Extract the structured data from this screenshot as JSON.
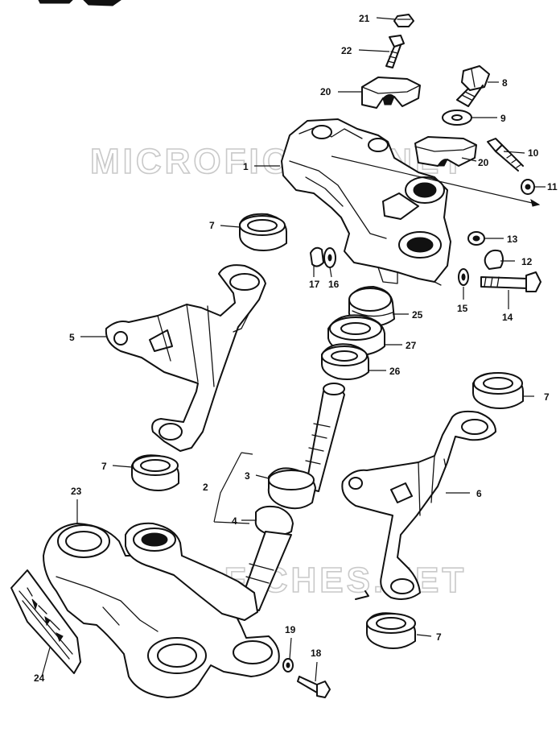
{
  "watermarks": [
    "MICROFICHES.NET",
    "MICROFICHES.NET"
  ],
  "parts": {
    "p1": "1",
    "p2": "2",
    "p3": "3",
    "p4": "4",
    "p5": "5",
    "p6": "6",
    "p7a": "7",
    "p7b": "7",
    "p7c": "7",
    "p7d": "7",
    "p8": "8",
    "p9": "9",
    "p10": "10",
    "p11": "11",
    "p12": "12",
    "p13": "13",
    "p14": "14",
    "p15": "15",
    "p16": "16",
    "p17": "17",
    "p18": "18",
    "p19": "19",
    "p20a": "20",
    "p20b": "20",
    "p21": "21",
    "p22": "22",
    "p23": "23",
    "p24": "24",
    "p25": "25",
    "p26": "26",
    "p27": "27"
  }
}
